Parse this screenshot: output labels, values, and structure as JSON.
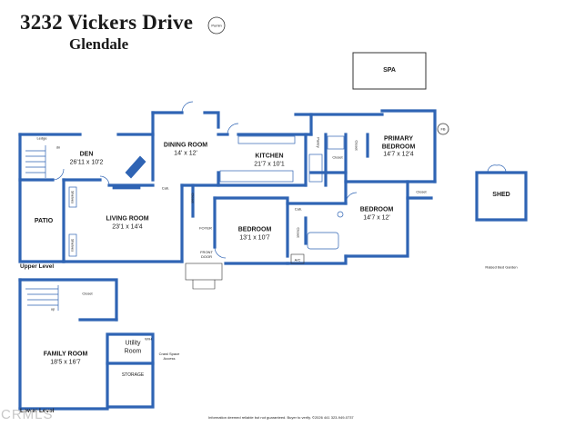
{
  "header": {
    "address": "3232 Vickers Drive",
    "city": "Glendale"
  },
  "levels": {
    "upper": "Upper Level",
    "lower": "Lower Level"
  },
  "rooms": {
    "den": {
      "name": "DEN",
      "size": "26'11 x 10'2"
    },
    "dining": {
      "name": "DINING ROOM",
      "size": "14' x 12'"
    },
    "kitchen": {
      "name": "KITCHEN",
      "size": "21'7 x 10'1"
    },
    "primary": {
      "name": "PRIMARY BEDROOM",
      "size": "14'7 x 12'4"
    },
    "living": {
      "name": "LIVING ROOM",
      "size": "23'1 x 14'4"
    },
    "bedroom1": {
      "name": "BEDROOM",
      "size": "13'1 x 10'7"
    },
    "bedroom2": {
      "name": "BEDROOM",
      "size": "14'7 x 12'"
    },
    "family": {
      "name": "FAMILY ROOM",
      "size": "18'5 x 16'7"
    },
    "patio": {
      "name": "PATIO"
    },
    "shed": {
      "name": "SHED"
    },
    "spa": {
      "name": "SPA"
    },
    "utility": {
      "name": "Utility Room"
    },
    "storage": {
      "name": "STORAGE"
    }
  },
  "labels": {
    "ledge": "Ledge",
    "dn": "dn",
    "up": "up",
    "shelves": "Shelves",
    "closet": "Closet",
    "cab": "Cab.",
    "foyer": "FOYER",
    "front_door": "FRONT DOOR",
    "pantry": "Pantry",
    "ac": "A/C",
    "wh": "W/H",
    "crawl": "Crawl Space Access",
    "raised_bed": "Raised Bed Garden",
    "fb": "FB",
    "pumin": "Pumin"
  },
  "footer": {
    "disclaimer": "Information deemed reliable but not guaranteed. Buyer to verify. ©2026 441 323-949-0737",
    "watermark": "CRMLS"
  },
  "colors": {
    "wall": "#2f64b4",
    "text": "#1a1a1a"
  }
}
